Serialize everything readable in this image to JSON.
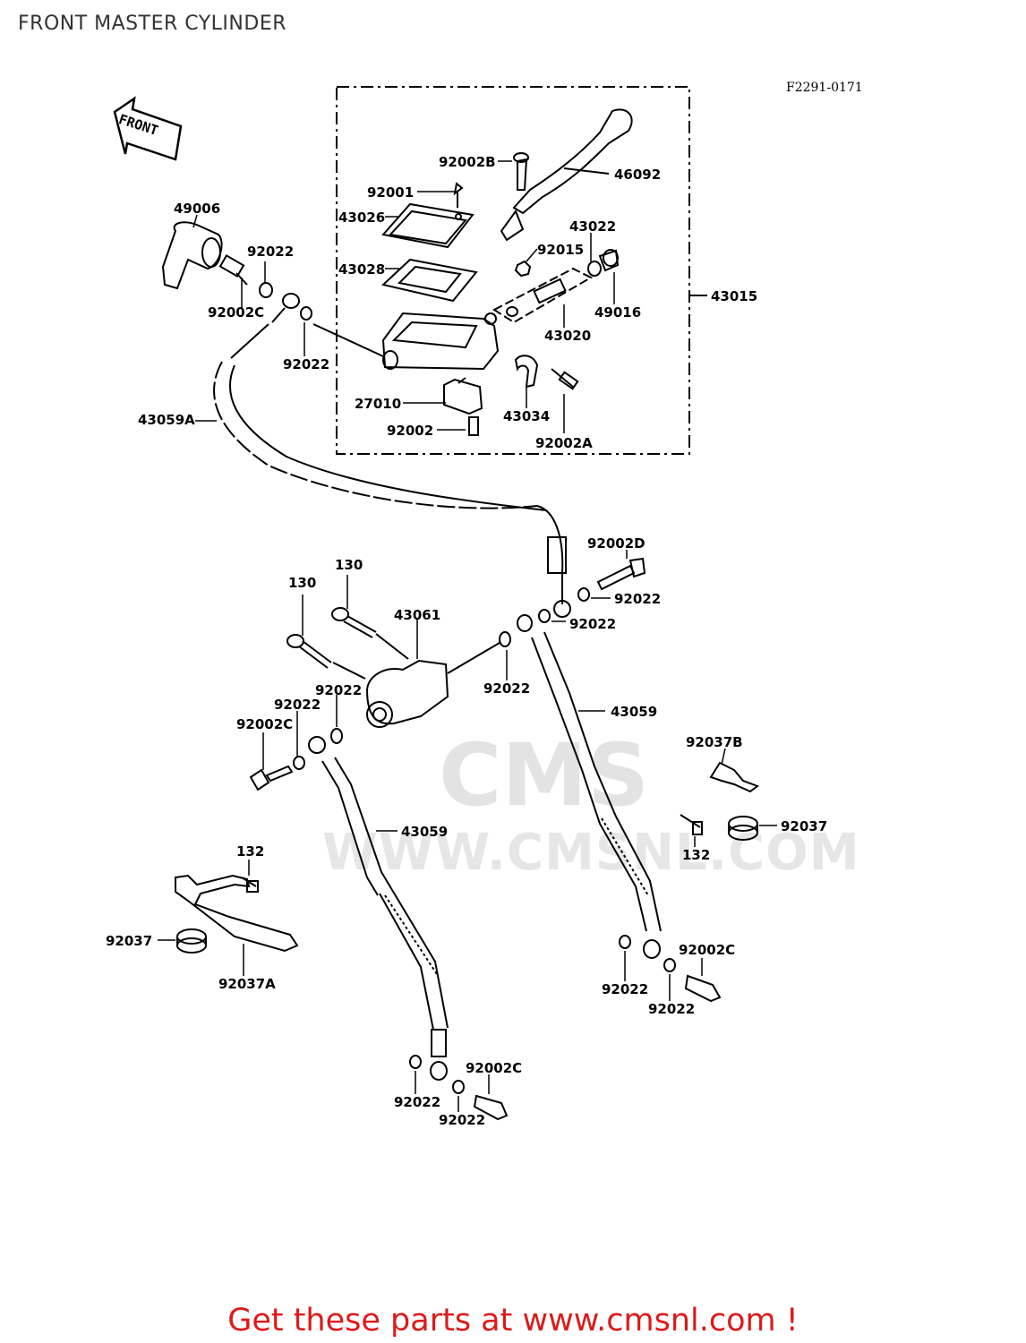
{
  "header": {
    "title": "FRONT MASTER CYLINDER",
    "drawing_code": "F2291-0171"
  },
  "direction_arrow": {
    "label": "FRONT",
    "icon": "front-arrow-icon"
  },
  "watermark": {
    "logo": "CMS",
    "url": "WWW.CMSNL.COM"
  },
  "part_labels": [
    "49006",
    "92022",
    "92002C",
    "92022",
    "43059A",
    "92002B",
    "92001",
    "43026",
    "43028",
    "46092",
    "43022",
    "92015",
    "49016",
    "43015",
    "43020",
    "27010",
    "43034",
    "92002",
    "92002A",
    "92002D",
    "92022",
    "92022",
    "130",
    "130",
    "43061",
    "92022",
    "92022",
    "92022",
    "92002C",
    "43059",
    "92037B",
    "92037",
    "132",
    "43059",
    "132",
    "92037",
    "92037A",
    "92022",
    "92002C",
    "92022",
    "92022",
    "92002C",
    "92022"
  ],
  "footer": {
    "text": "Get these parts at www.cmsnl.com !",
    "color": "#dd1a1a"
  }
}
